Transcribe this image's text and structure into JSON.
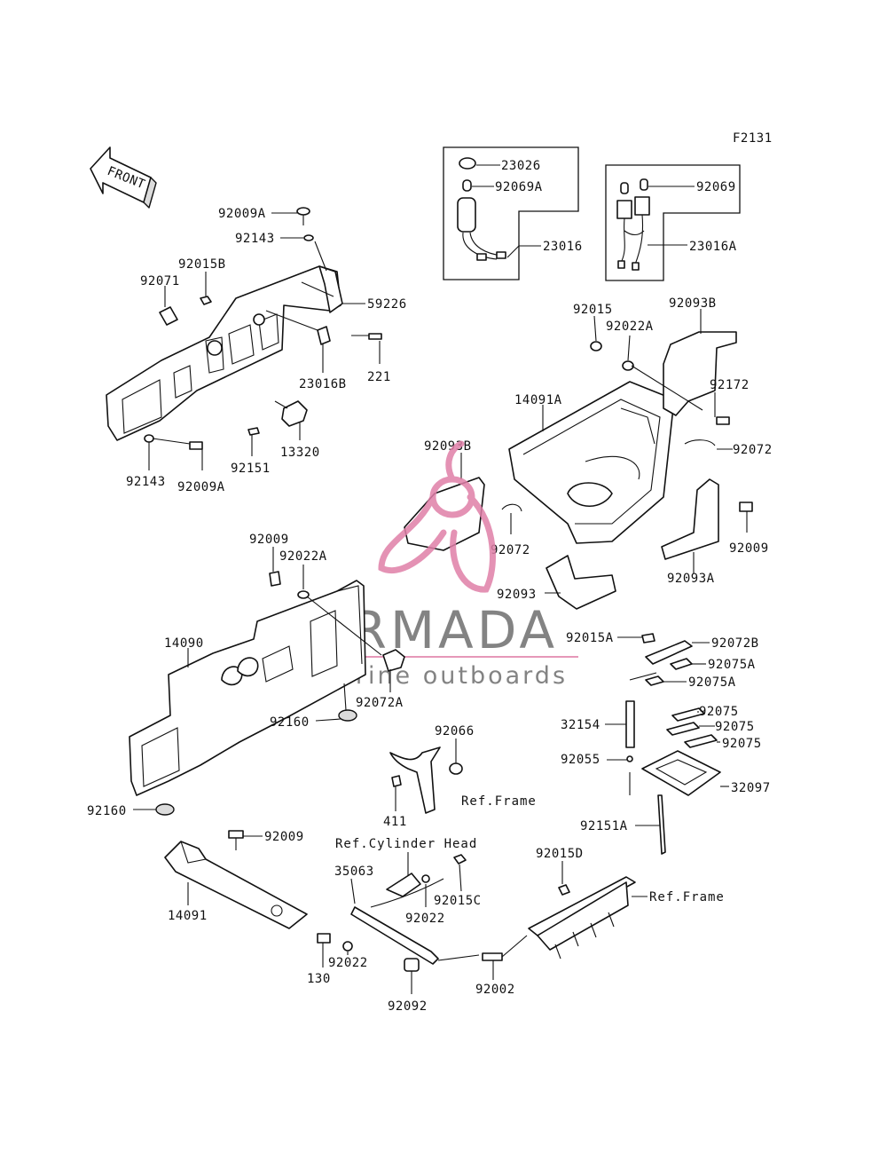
{
  "figure_code": "F2131",
  "front_label": "FRONT",
  "watermark": {
    "brand": "ARMADA",
    "tagline": "marine outboards",
    "logo_color": "#e07fa8",
    "text_color": "#6e6e6e"
  },
  "parts": {
    "p23026": "23026",
    "p92069A": "92069A",
    "p23016": "23016",
    "p92069": "92069",
    "p23016A": "23016A",
    "p92009A_top": "92009A",
    "p92143_top": "92143",
    "p92015B": "92015B",
    "p92071": "92071",
    "p59226": "59226",
    "p221": "221",
    "p23016B": "23016B",
    "p13320": "13320",
    "p92151": "92151",
    "p92143_bot": "92143",
    "p92009A_bot": "92009A",
    "p92015": "92015",
    "p92022A_r": "92022A",
    "p92093B_r": "92093B",
    "p92172": "92172",
    "p14091A": "14091A",
    "p92072_r": "92072",
    "p92093B_l": "92093B",
    "p92072_m": "92072",
    "p92009_r": "92009",
    "p92093A": "92093A",
    "p92093": "92093",
    "p92009_l": "92009",
    "p92022A_l": "92022A",
    "p14090": "14090",
    "p92072A": "92072A",
    "p92160_a": "92160",
    "p92160_b": "92160",
    "p92015A": "92015A",
    "p92072B": "92072B",
    "p92075A_1": "92075A",
    "p92075A_2": "92075A",
    "p32154": "32154",
    "p92075_1": "92075",
    "p92075_2": "92075",
    "p92075_3": "92075",
    "p92055": "92055",
    "p32097": "32097",
    "p92151A": "92151A",
    "p92066": "92066",
    "p411": "411",
    "ref_frame_1": "Ref.Frame",
    "ref_cyl_head": "Ref.Cylinder Head",
    "p92009_bot": "92009",
    "p14091": "14091",
    "p35063": "35063",
    "p92022_a": "92022",
    "p92015C": "92015C",
    "p92015D": "92015D",
    "ref_frame_2": "Ref.Frame",
    "p130": "130",
    "p92022_b": "92022",
    "p92092": "92092",
    "p92002": "92002"
  }
}
